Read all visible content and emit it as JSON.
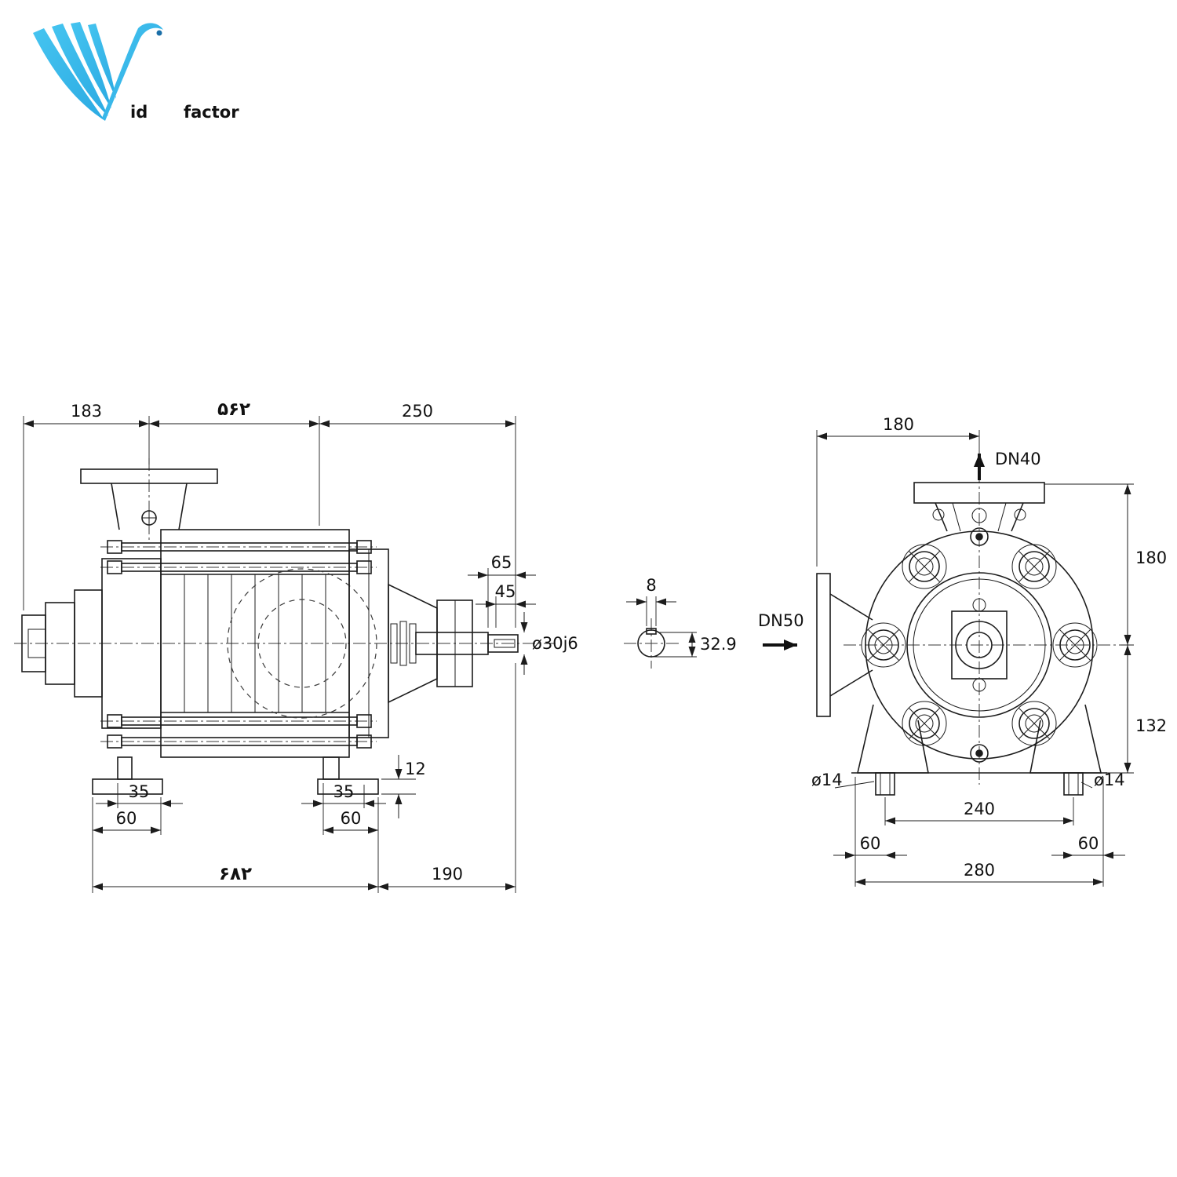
{
  "logo": {
    "id_part": "id",
    "factor_part": "factor"
  },
  "colors": {
    "logo_blue": "#2BAAE2",
    "logo_blue_dark": "#1B86C8",
    "logo_orange_1": "#EF8A16",
    "logo_orange_2": "#FDC528",
    "line": "#1c1c1c"
  },
  "side_view": {
    "dim_183": "183",
    "dim_562_fa": "۵۶۲",
    "dim_250": "250",
    "dim_65": "65",
    "dim_45": "45",
    "dim_shaft": "ø30j6",
    "dim_key_width": "8",
    "dim_key_height": "32.9",
    "dim_12": "12",
    "dim_35_left": "35",
    "dim_60_left": "60",
    "dim_35_right": "35",
    "dim_60_right": "60",
    "dim_682_fa": "۶۸۲",
    "dim_190": "190"
  },
  "front_view": {
    "dim_180_top": "180",
    "label_dn40": "DN40",
    "label_dn50": "DN50",
    "dim_180_right": "180",
    "dim_132_right": "132",
    "dim_o14_left": "ø14",
    "dim_o14_right": "ø14",
    "dim_240": "240",
    "dim_60_left": "60",
    "dim_60_right": "60",
    "dim_280": "280"
  }
}
